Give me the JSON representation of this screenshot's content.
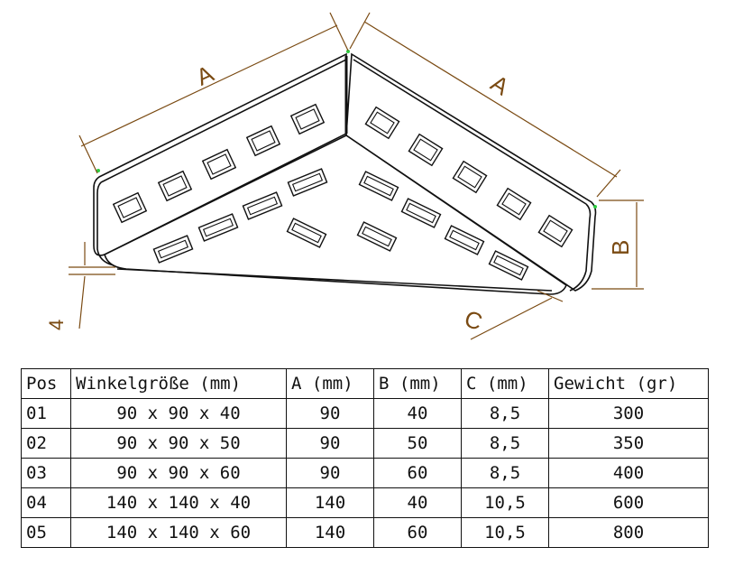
{
  "drawing": {
    "dim_a_left": "A",
    "dim_a_right": "A",
    "dim_b": "B",
    "dim_c": "C",
    "dim_thickness": "4",
    "colors": {
      "dimension": "#7a4a12",
      "outline": "#111111",
      "marker": "#2ecc40"
    }
  },
  "table": {
    "headers": [
      "Pos",
      "Winkelgröße (mm)",
      "A (mm)",
      "B (mm)",
      "C (mm)",
      "Gewicht (gr)"
    ],
    "rows": [
      [
        "01",
        "90 x 90 x 40",
        "90",
        "40",
        "8,5",
        "300"
      ],
      [
        "02",
        "90 x 90 x 50",
        "90",
        "50",
        "8,5",
        "350"
      ],
      [
        "03",
        "90 x 90 x 60",
        "90",
        "60",
        "8,5",
        "400"
      ],
      [
        "04",
        "140 x 140 x 40",
        "140",
        "40",
        "10,5",
        "600"
      ],
      [
        "05",
        "140 x 140 x 60",
        "140",
        "60",
        "10,5",
        "800"
      ]
    ]
  }
}
